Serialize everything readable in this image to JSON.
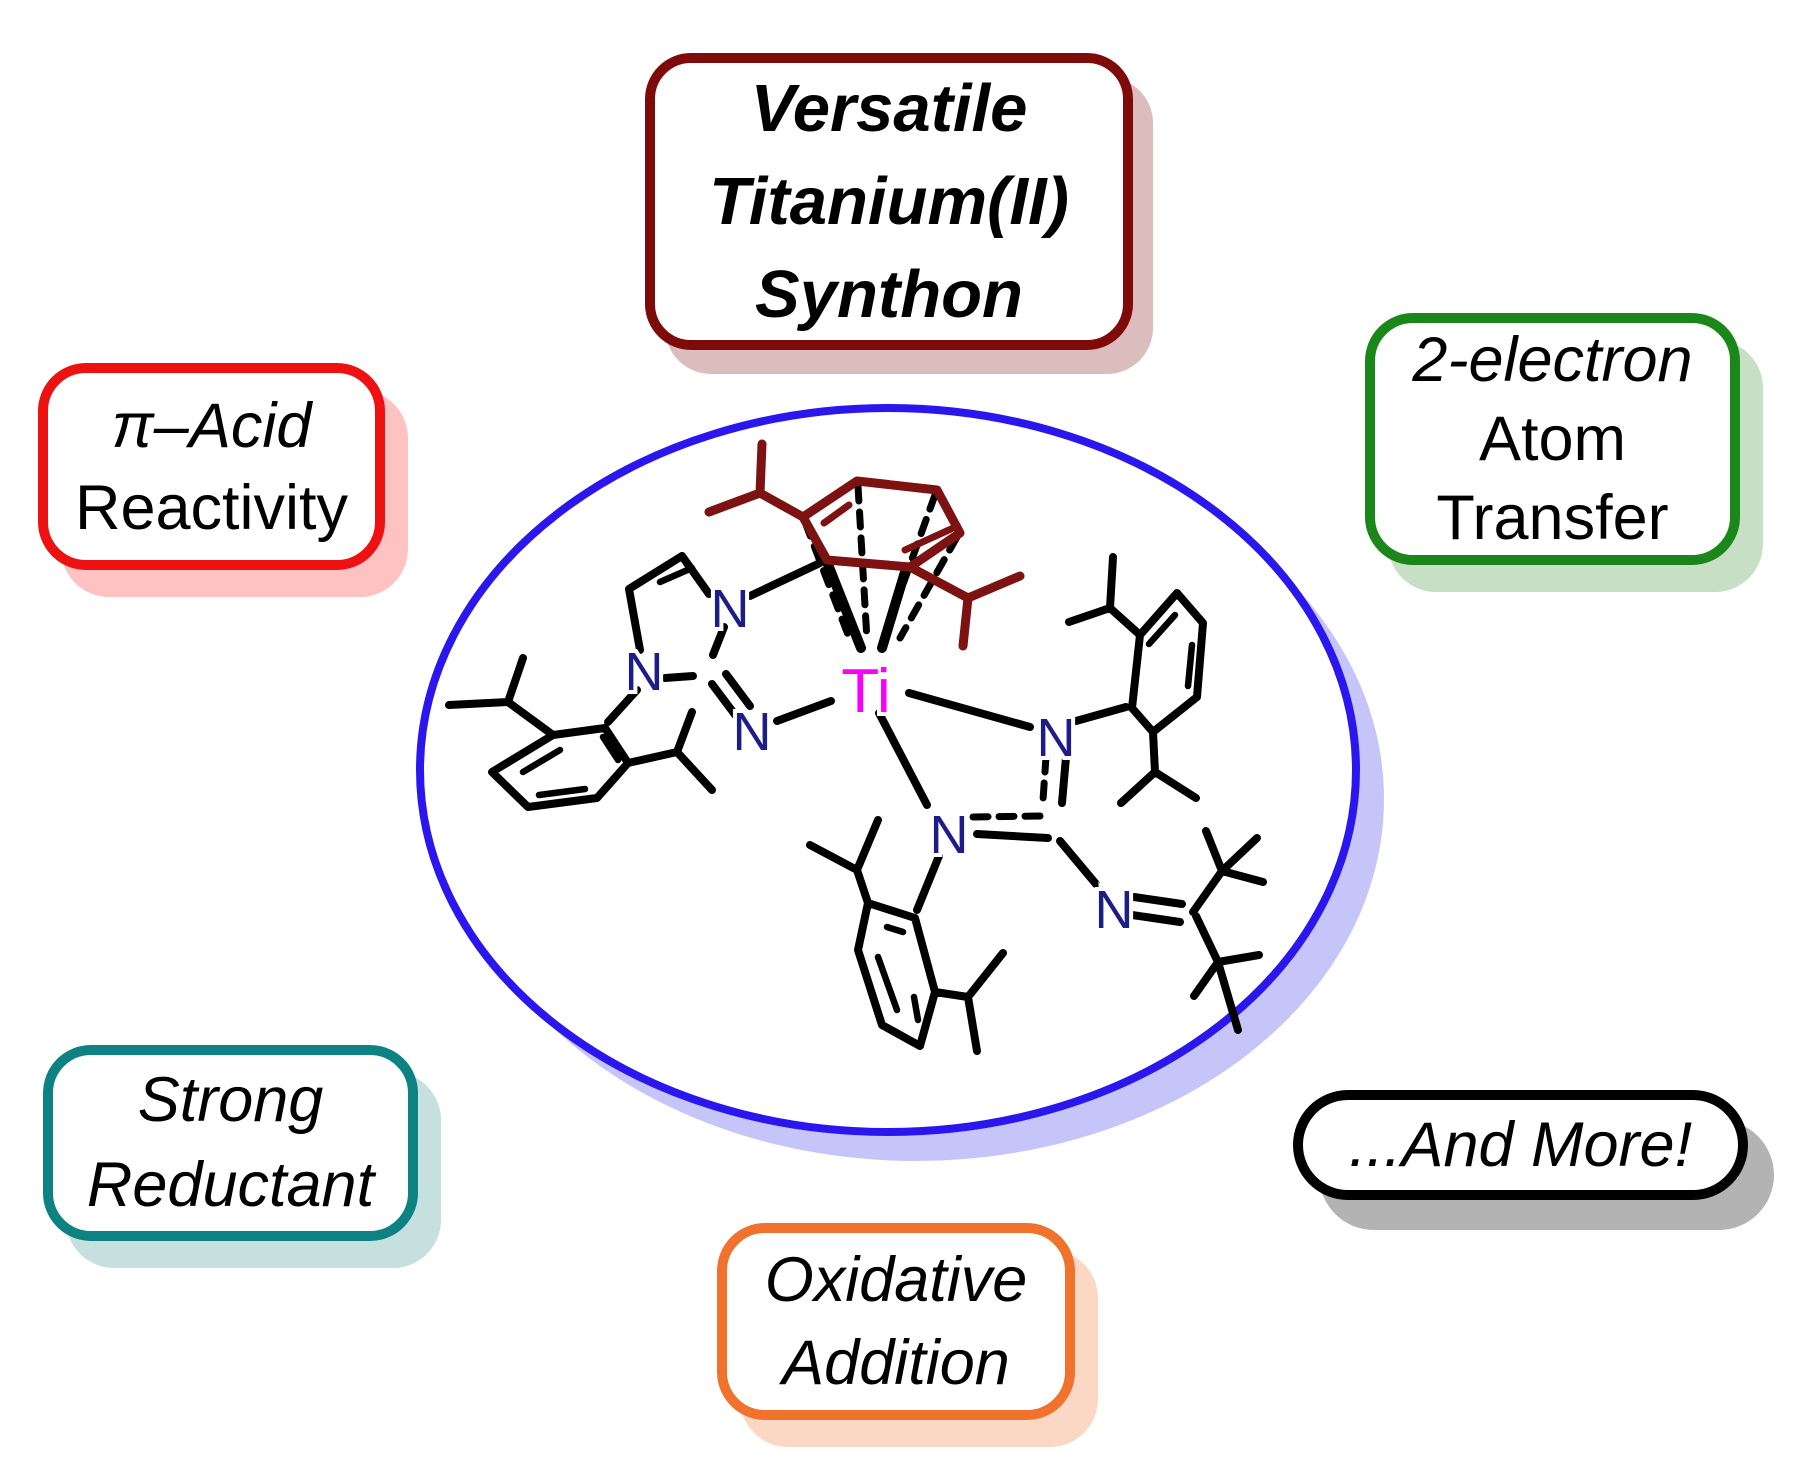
{
  "figure": {
    "background": "#ffffff"
  },
  "boxes": {
    "versatile": {
      "lines": [
        "Versatile",
        "Titanium(II)",
        "Synthon"
      ],
      "border_color": "#7f0a0a",
      "shadow_color": "#dcbdbd"
    },
    "pi_acid": {
      "lines": [
        "π–Acid",
        "Reactivity"
      ],
      "border_color": "#ee1111",
      "shadow_color": "#ffc2c2"
    },
    "atom_transfer": {
      "lines": [
        "2-electron",
        "Atom",
        "Transfer"
      ],
      "border_color": "#1b871b",
      "shadow_color": "#c7dfc4"
    },
    "strong_reductant": {
      "lines": [
        "Strong",
        "Reductant"
      ],
      "border_color": "#0e8282",
      "shadow_color": "#c6e0e0"
    },
    "oxidative_addition": {
      "lines": [
        "Oxidative",
        "Addition"
      ],
      "border_color": "#f1722c",
      "shadow_color": "#fbd8c3"
    },
    "and_more": {
      "lines": [
        "...And More!"
      ],
      "border_color": "#000000",
      "shadow_color": "#b3b3b3"
    }
  },
  "molecule": {
    "metal_label": "Ti",
    "nitrogen_label": "N",
    "metal_color": "#fa00fa",
    "nitrogen_color": "#1d1d87",
    "bond_color": "#000000",
    "arene_color": "#7c1212",
    "ellipse_color": "#2b16ee",
    "ellipse_shadow_color": "#c5c5f9"
  }
}
